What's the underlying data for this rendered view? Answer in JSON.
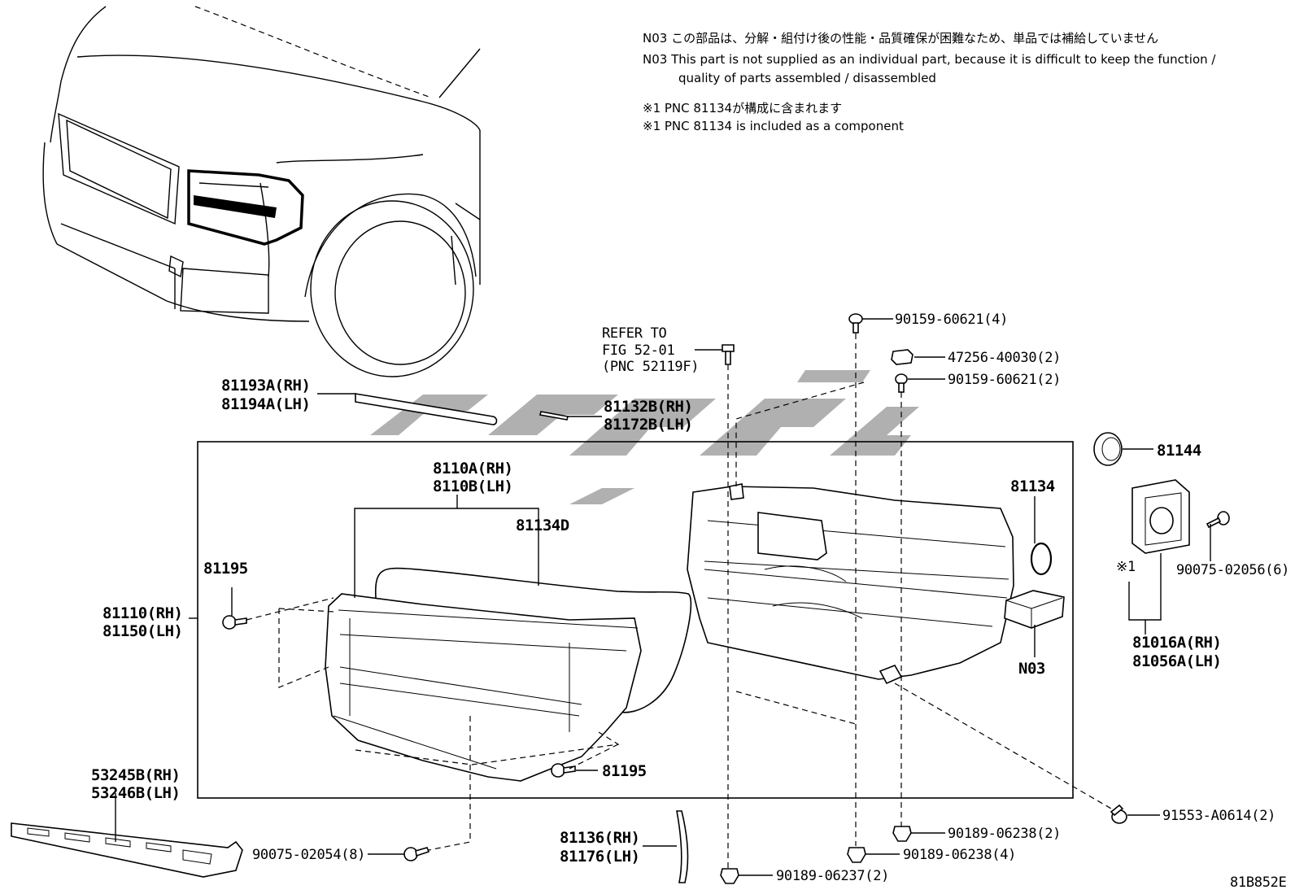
{
  "notes": {
    "n03_jp": "N03 この部品は、分解・組付け後の性能・品質確保が困難なため、単品では補給していません",
    "n03_en_1": "N03 This part is not supplied as an individual part, because it is difficult to keep the function /",
    "n03_en_2": "quality of parts assembled / disassembled",
    "k1_jp": "※1 PNC 81134が構成に含まれます",
    "k1_en": "※1 PNC 81134 is included as a component"
  },
  "labels": {
    "refer_to": "REFER TO",
    "refer_fig": "FIG 52-01",
    "refer_pnc": "(PNC 52119F)",
    "p90159_4": "90159-60621(4)",
    "p47256": "47256-40030(2)",
    "p90159_2": "90159-60621(2)",
    "p81193a": "81193A(RH)",
    "p81194a": "81194A(LH)",
    "p81132b": "81132B(RH)",
    "p81172b": "81172B(LH)",
    "p81144": "81144",
    "p8110a": "8110A(RH)",
    "p8110b": "8110B(LH)",
    "p81134d": "81134D",
    "p81134": "81134",
    "p90075_6": "90075-02056(6)",
    "kome1": "※1",
    "p81195_top": "81195",
    "p81110": "81110(RH)",
    "p81150": "81150(LH)",
    "n03": "N03",
    "p81016a": "81016A(RH)",
    "p81056a": "81056A(LH)",
    "p81195_bot": "81195",
    "p53245b": "53245B(RH)",
    "p53246b": "53246B(LH)",
    "p91553": "91553-A0614(2)",
    "p90189_2": "90189-06238(2)",
    "p81136": "81136(RH)",
    "p81176": "81176(LH)",
    "p90075_8": "90075-02054(8)",
    "p90189_4": "90189-06238(4)",
    "p90189_06237": "90189-06237(2)",
    "fig_code": "81B852E"
  }
}
